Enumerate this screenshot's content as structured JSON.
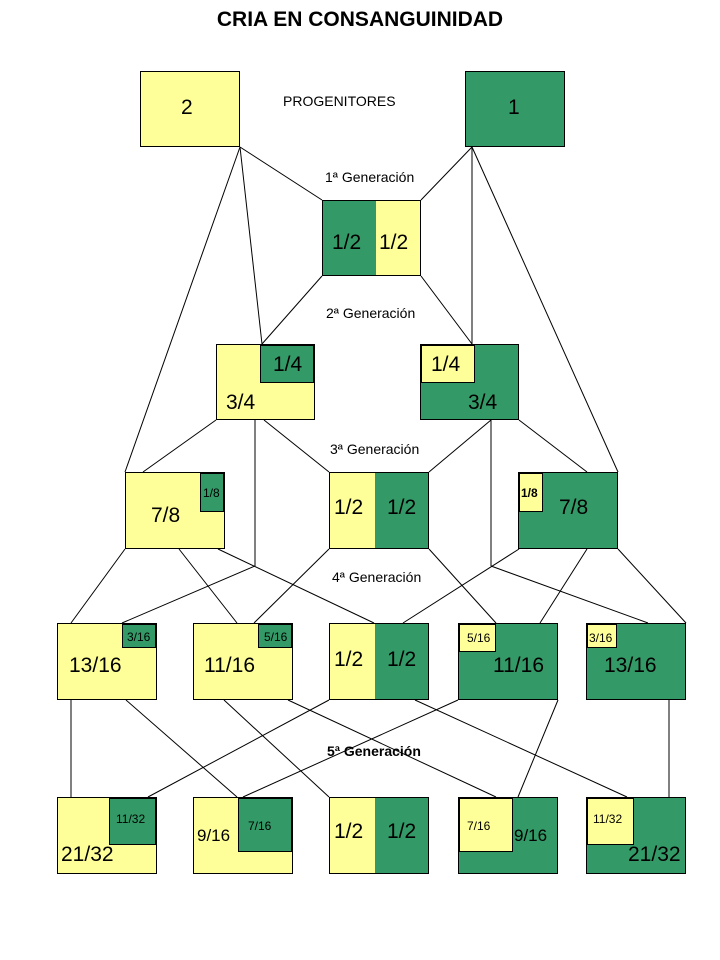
{
  "title": "CRIA EN CONSANGUINIDAD",
  "labels": {
    "progenitores": "PROGENITORES",
    "gen1": "1ª Generación",
    "gen2": "2ª Generación",
    "gen3": "3ª Generación",
    "gen4": "4ª Generación",
    "gen5": "5ª Generación"
  },
  "colors": {
    "yellow": "#ffff99",
    "green": "#339966",
    "line": "#000000"
  },
  "parents": {
    "left": "2",
    "right": "1"
  },
  "gen1": {
    "left": "1/2",
    "right": "1/2"
  },
  "gen2": [
    {
      "main": "3/4",
      "corner": "1/4"
    },
    {
      "main": "3/4",
      "corner": "1/4"
    }
  ],
  "gen3": [
    {
      "main": "7/8",
      "corner": "1/8"
    },
    {
      "left": "1/2",
      "right": "1/2"
    },
    {
      "main": "7/8",
      "corner": "1/8"
    }
  ],
  "gen4": [
    {
      "main": "13/16",
      "corner": "3/16"
    },
    {
      "main": "11/16",
      "corner": "5/16"
    },
    {
      "left": "1/2",
      "right": "1/2"
    },
    {
      "main": "11/16",
      "corner": "5/16"
    },
    {
      "main": "13/16",
      "corner": "3/16"
    }
  ],
  "gen5": [
    {
      "main": "21/32",
      "corner": "11/32"
    },
    {
      "main": "9/16",
      "corner": "7/16"
    },
    {
      "left": "1/2",
      "right": "1/2"
    },
    {
      "main": "9/16",
      "corner": "7/16"
    },
    {
      "main": "21/32",
      "corner": "11/32"
    }
  ]
}
